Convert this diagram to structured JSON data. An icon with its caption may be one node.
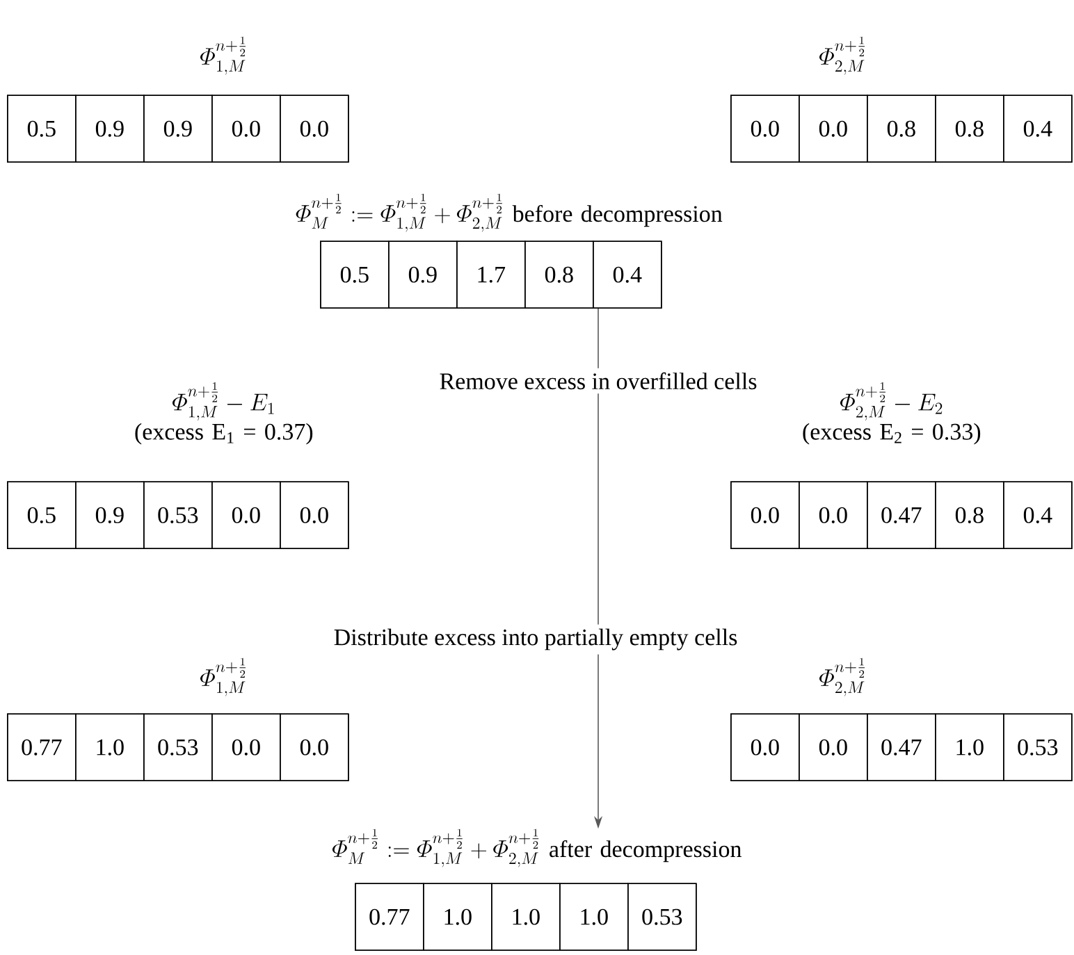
{
  "diagram": {
    "nodes": [
      {
        "text": [
          "\\varPhi_{1,M}^{n+\\frac{1}{2}}"
        ]
      },
      {
        "text": [
          "0.5"
        ],
        "in": 0
      },
      {
        "text": [
          "0.9"
        ],
        "in": 0
      },
      {
        "text": [
          "0.9"
        ],
        "in": 0
      },
      {
        "text": [
          "0.0"
        ],
        "in": 0
      },
      {
        "text": [
          "0.0"
        ],
        "in": 0
      },
      {
        "text": [
          "\\varPhi_{2,M}^{n+\\frac{1}{2}}"
        ]
      },
      {
        "text": [
          "0.0"
        ],
        "in": 6
      },
      {
        "text": [
          "0.0"
        ],
        "in": 6
      },
      {
        "text": [
          "0.8"
        ],
        "in": 6
      },
      {
        "text": [
          "0.8"
        ],
        "in": 6
      },
      {
        "text": [
          "0.4"
        ],
        "in": 6
      },
      {
        "text": [
          "\\varPhi_{M}^{n+\\frac{1}{2}} := \\varPhi_{1,M}^{n+\\frac{1}{2}} + \\varPhi_{2,M}^{n+\\frac{1}{2}}",
          "before decompression"
        ]
      },
      {
        "text": [
          "0.5"
        ],
        "in": 12
      },
      {
        "text": [
          "0.9"
        ],
        "in": 12
      },
      {
        "text": [
          "1.7"
        ],
        "in": 12
      },
      {
        "text": [
          "0.8"
        ],
        "in": 12
      },
      {
        "text": [
          "0.4"
        ],
        "in": 12
      },
      {
        "text": [
          "\\varPhi_{1,M}^{n+\\frac{1}{2}} - E_1",
          "(excess E$_{1}$ = 0.37)"
        ]
      },
      {
        "text": [
          "0.5"
        ],
        "in": 18
      },
      {
        "text": [
          "0.9"
        ],
        "in": 18
      },
      {
        "text": [
          "0.53"
        ],
        "in": 18
      },
      {
        "text": [
          "0.0"
        ],
        "in": 18
      },
      {
        "text": [
          "0.0"
        ],
        "in": 18
      },
      {
        "text": [
          "\\varPhi_{2,M}^{n+\\frac{1}{2}} - E_2",
          "(excess E$_{2}$ = 0.33)"
        ]
      },
      {
        "text": [
          "0.0"
        ],
        "in": 24
      },
      {
        "text": [
          "0.0"
        ],
        "in": 24
      },
      {
        "text": [
          "0.47"
        ],
        "in": 24
      },
      {
        "text": [
          "0.8"
        ],
        "in": 24
      },
      {
        "text": [
          "0.4"
        ],
        "in": 24
      },
      {
        "text": [
          "\\varPhi_{1,M}^{n+\\frac{1}{2}}"
        ]
      },
      {
        "text": [
          "0.77"
        ],
        "in": 30
      },
      {
        "text": [
          "1.0"
        ],
        "in": 30
      },
      {
        "text": [
          "0.53"
        ],
        "in": 30
      },
      {
        "text": [
          "0.0"
        ],
        "in": 30
      },
      {
        "text": [
          "0.0"
        ],
        "in": 30
      },
      {
        "text": [
          "\\varPhi_{2,M}^{n+\\frac{1}{2}}"
        ]
      },
      {
        "text": [
          "0.0"
        ],
        "in": 36
      },
      {
        "text": [
          "0.0"
        ],
        "in": 36
      },
      {
        "text": [
          "0.47"
        ],
        "in": 36
      },
      {
        "text": [
          "1.0"
        ],
        "in": 36
      },
      {
        "text": [
          "0.53"
        ],
        "in": 36
      },
      {
        "text": [
          "\\varPhi_{M}^{n+\\frac{1}{2}} := \\varPhi_{1,M}^{n+\\frac{1}{2}} + \\varPhi_{2,M}^{n+\\frac{1}{2}}",
          "after decompression"
        ]
      },
      {
        "text": [
          "0.77"
        ],
        "in": 42
      },
      {
        "text": [
          "1.0"
        ],
        "in": 42
      },
      {
        "text": [
          "1.0"
        ],
        "in": 42
      },
      {
        "text": [
          "1.0"
        ],
        "in": 42
      },
      {
        "text": [
          "0.53"
        ],
        "in": 42
      }
    ],
    "edges": [
      {
        "from": 12,
        "to": 42,
        "arrow": "to",
        "label": "Remove excess in overfilled cells"
      }
    ],
    "labels": [
      "Distribute excess into partially empty cells"
    ]
  }
}
